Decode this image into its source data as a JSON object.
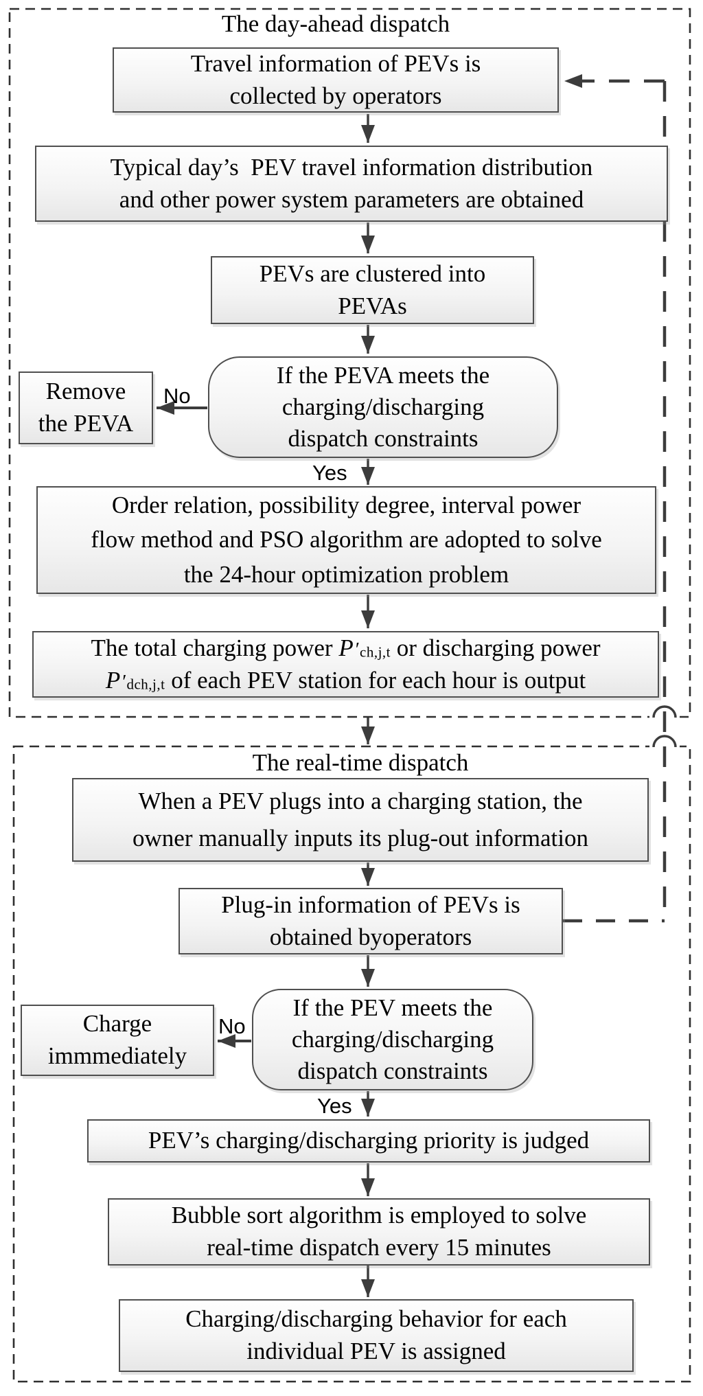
{
  "colors": {
    "box_border": "#4f4f4f",
    "box_fill_top": "#fefefe",
    "box_fill_bottom": "#e7e7e7",
    "dashed_border": "#2f2f2f",
    "arrow": "#3c3c3c",
    "text": "#000000",
    "background": "#ffffff"
  },
  "sections": {
    "day_ahead": {
      "title": "The day-ahead dispatch"
    },
    "real_time": {
      "title": "The real-time dispatch"
    }
  },
  "labels": {
    "no_day_ahead": "No",
    "yes_day_ahead": "Yes",
    "no_real_time": "No",
    "yes_real_time": "Yes"
  },
  "nodes": {
    "travel": {
      "lines": [
        "Travel information of PEVs is",
        "collected by operators"
      ]
    },
    "typical": {
      "lines": [
        "Typical day’s  PEV travel information distribution",
        "and other power system parameters are obtained"
      ]
    },
    "cluster": {
      "lines": [
        "PEVs are clustered into",
        "PEVAs"
      ]
    },
    "decision_peva": {
      "lines": [
        "If the PEVA meets the",
        "charging/discharging",
        "dispatch constraints"
      ]
    },
    "remove": {
      "lines": [
        "Remove",
        "the PEVA"
      ]
    },
    "order": {
      "lines": [
        "Order relation, possibility degree, interval power",
        "flow method and PSO algorithm are adopted to solve",
        "the 24-hour optimization problem"
      ]
    },
    "output": {
      "line1": {
        "prefix": "The total charging power ",
        "symbol": "P",
        "prime": "′",
        "sub": "ch,j,t",
        "suffix": " or discharging power"
      },
      "line2": {
        "symbol": "P",
        "prime": "′",
        "sub": "dch,j,t",
        "suffix": " of each PEV station for each hour is output"
      }
    },
    "plug_in_event": {
      "lines": [
        "When a PEV plugs into a charging station, the",
        "owner manually inputs its plug-out information"
      ]
    },
    "plug_in_info": {
      "lines": [
        "Plug-in information of PEVs is",
        "obtained byoperators"
      ]
    },
    "decision_pev": {
      "lines": [
        "If the PEV meets the",
        "charging/discharging",
        "dispatch constraints"
      ]
    },
    "charge": {
      "lines": [
        "Charge",
        "immmediately"
      ]
    },
    "priority": {
      "lines": [
        "PEV’s charging/discharging priority is judged"
      ]
    },
    "bubble": {
      "lines": [
        "Bubble sort algorithm is employed to solve",
        "real-time dispatch every 15 minutes"
      ]
    },
    "assign": {
      "lines": [
        "Charging/discharging behavior for each",
        "individual PEV is assigned"
      ]
    }
  }
}
